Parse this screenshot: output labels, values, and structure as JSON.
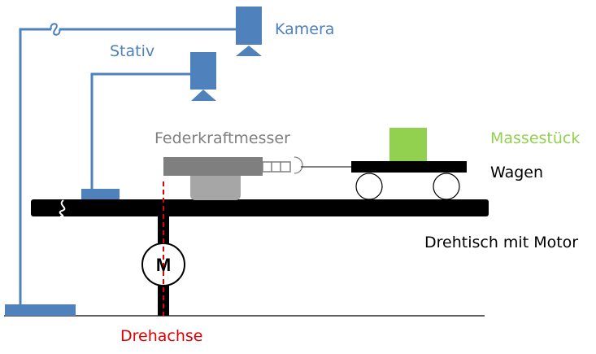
{
  "labels": {
    "camera": "Kamera",
    "stand": "Stativ",
    "force_meter": "Federkraftmesser",
    "mass": "Massestück",
    "cart": "Wagen",
    "turntable": "Drehtisch mit Motor",
    "axis": "Drehachse",
    "motor": "M"
  },
  "colors": {
    "camera_blue": "#4f81bd",
    "mass_green": "#92d050",
    "axis_red": "#e00000",
    "meter_gray": "#7f7f7f",
    "meter_light_gray": "#a6a6a6",
    "table_black": "#000000"
  }
}
